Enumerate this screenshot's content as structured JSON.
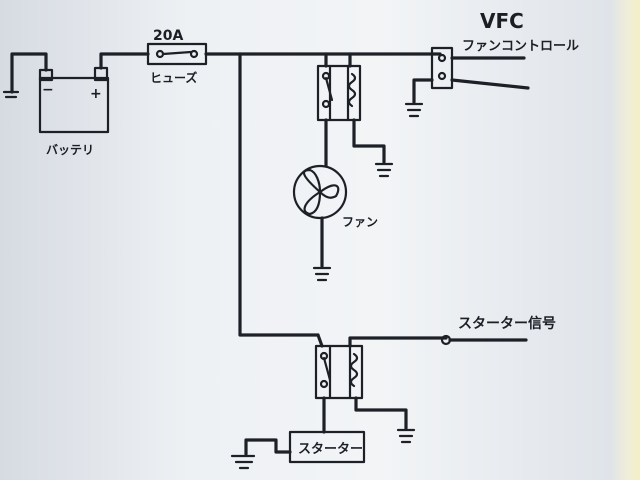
{
  "labels": {
    "fuse_rating": "20A",
    "fuse": "ヒューズ",
    "battery": "バッテリ",
    "battery_minus": "−",
    "battery_plus": "+",
    "vfc": "VFC",
    "fan_control": "ファンコントロール",
    "fan": "ファン",
    "starter_signal": "スターター信号",
    "starter": "スターター"
  },
  "colors": {
    "ink": "#1d2027",
    "paper": "#f2f4f6"
  }
}
